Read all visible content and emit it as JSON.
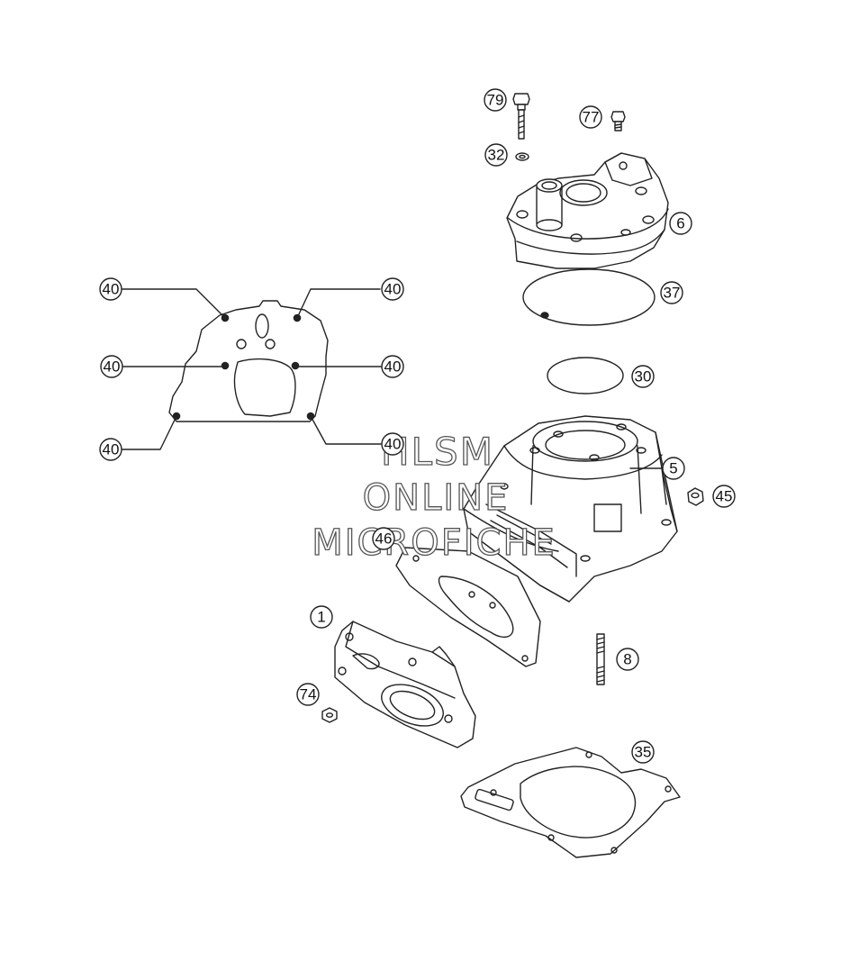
{
  "callouts": [
    {
      "id": "c79",
      "label": "79"
    },
    {
      "id": "c77",
      "label": "77"
    },
    {
      "id": "c32",
      "label": "32"
    },
    {
      "id": "c6",
      "label": "6"
    },
    {
      "id": "c37",
      "label": "37"
    },
    {
      "id": "c30",
      "label": "30"
    },
    {
      "id": "c5",
      "label": "5"
    },
    {
      "id": "c45",
      "label": "45"
    },
    {
      "id": "c46",
      "label": "46"
    },
    {
      "id": "c1",
      "label": "1"
    },
    {
      "id": "c8",
      "label": "8"
    },
    {
      "id": "c74",
      "label": "74"
    },
    {
      "id": "c35",
      "label": "35"
    },
    {
      "id": "c40a",
      "label": "40"
    },
    {
      "id": "c40b",
      "label": "40"
    },
    {
      "id": "c40c",
      "label": "40"
    },
    {
      "id": "c40d",
      "label": "40"
    },
    {
      "id": "c40e",
      "label": "40"
    },
    {
      "id": "c40f",
      "label": "40"
    }
  ],
  "watermark": {
    "line1": "HLSM",
    "line2": "ONLINE",
    "line3": "MICROFICHE"
  },
  "colors": {
    "line": "#222222",
    "background": "#ffffff",
    "watermark_outline": "#555555"
  }
}
